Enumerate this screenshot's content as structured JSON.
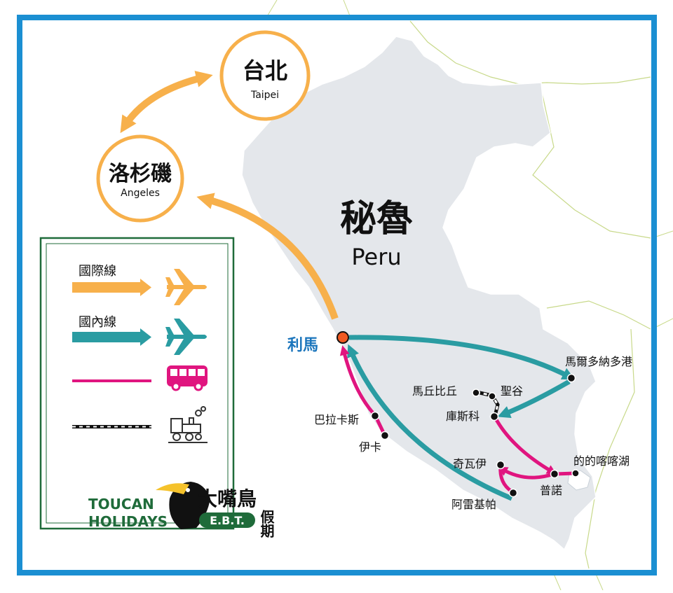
{
  "colors": {
    "frame": "#1b8fd2",
    "land": "#e4e7eb",
    "border_line": "#c8d98a",
    "international": "#f7b04b",
    "domestic": "#2a9ca2",
    "bus": "#e0157f",
    "city_dot": "#111111",
    "lima_dot": "#f05a22",
    "legend_frame": "#1f6b3a"
  },
  "country": {
    "name_zh": "秘魯",
    "name_en": "Peru"
  },
  "hubs": [
    {
      "name_zh": "台北",
      "name_en": "Taipei"
    },
    {
      "name_zh": "洛杉磯",
      "name_en": "Angeles"
    }
  ],
  "capital": {
    "name": "利馬"
  },
  "cities": [
    "馬爾多納多港",
    "馬丘比丘",
    "聖谷",
    "庫斯科",
    "巴拉卡斯",
    "伊卡",
    "奇瓦伊",
    "的的喀喀湖",
    "普諾",
    "阿雷基帕"
  ],
  "legend": {
    "international": {
      "label": "國際線",
      "icon": "airplane-icon"
    },
    "domestic": {
      "label": "國內線",
      "icon": "airplane-icon"
    },
    "bus": {
      "icon": "bus-icon"
    },
    "train": {
      "icon": "train-icon"
    }
  },
  "logo": {
    "line1": "TOUCAN",
    "line2": "HOLIDAYS",
    "zh_main": "大嘴鳥",
    "zh_side": "假期",
    "ebt": "E.B.T."
  }
}
